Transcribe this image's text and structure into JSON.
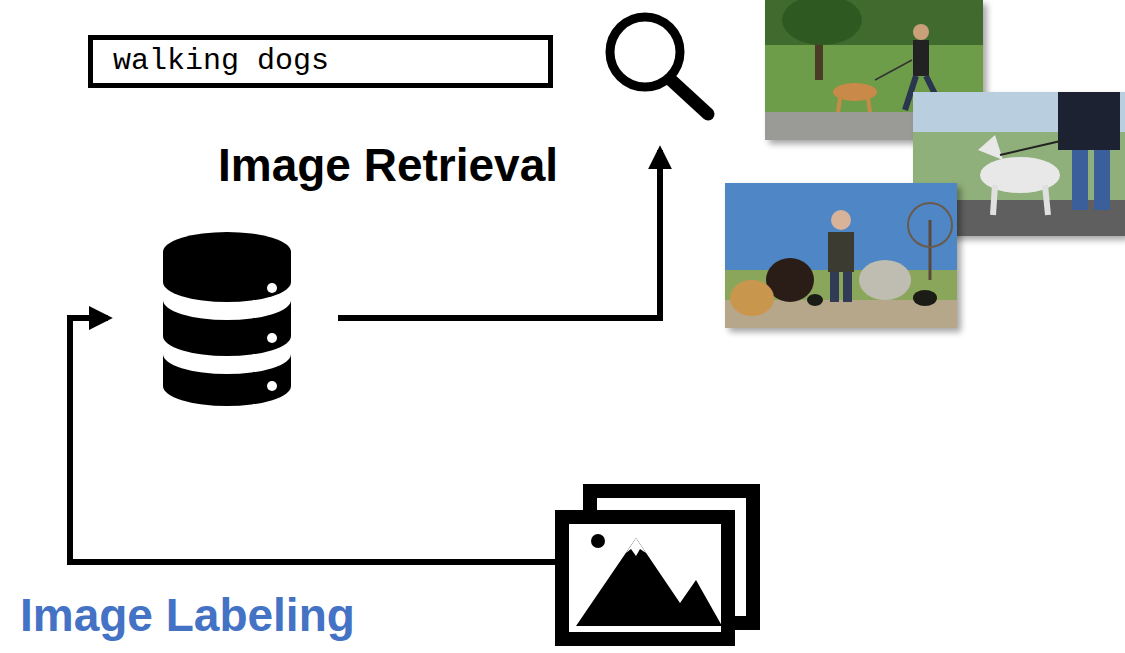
{
  "diagram": {
    "nodes": [
      {
        "text": [
          "walking dogs"
        ]
      }
    ],
    "labels": [
      "Image Retrieval",
      "Image Labeling"
    ]
  }
}
